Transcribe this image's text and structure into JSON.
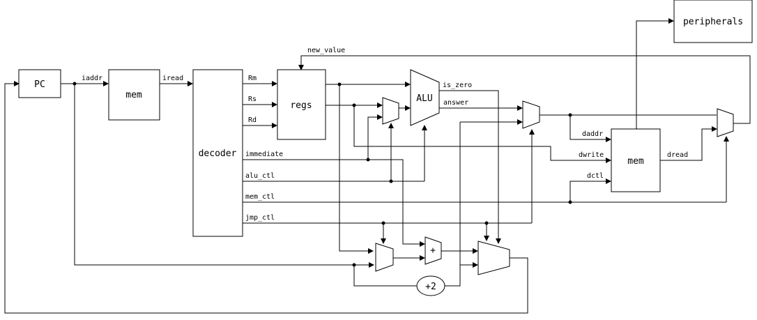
{
  "blocks": {
    "pc": "PC",
    "imem": "mem",
    "decoder": "decoder",
    "regs": "regs",
    "alu": "ALU",
    "dmem": "mem",
    "peripherals": "peripherals",
    "plus": "+",
    "plus2": "+2"
  },
  "signals": {
    "iaddr": "iaddr",
    "iread": "iread",
    "rm": "Rm",
    "rs": "Rs",
    "rd": "Rd",
    "immediate": "immediate",
    "alu_ctl": "alu_ctl",
    "mem_ctl": "mem_ctl",
    "jmp_ctl": "jmp_ctl",
    "new_value": "new_value",
    "is_zero": "is_zero",
    "answer": "answer",
    "daddr": "daddr",
    "dwrite": "dwrite",
    "dread": "dread",
    "dctl": "dctl"
  }
}
